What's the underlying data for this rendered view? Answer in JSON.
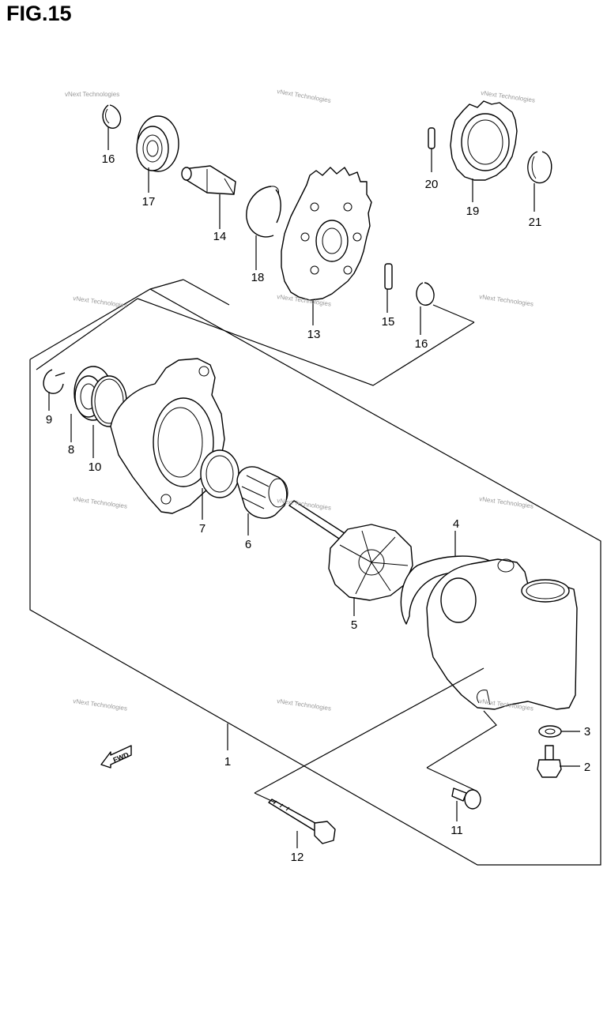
{
  "figure": {
    "title": "FIG.15"
  },
  "watermark": {
    "text": "vNext Technologies"
  },
  "fwd_label": "FWD",
  "callouts": [
    "16",
    "17",
    "14",
    "18",
    "13",
    "15",
    "16",
    "20",
    "19",
    "21",
    "9",
    "8",
    "10",
    "7",
    "6",
    "5",
    "4",
    "3",
    "2",
    "1",
    "11",
    "12"
  ]
}
